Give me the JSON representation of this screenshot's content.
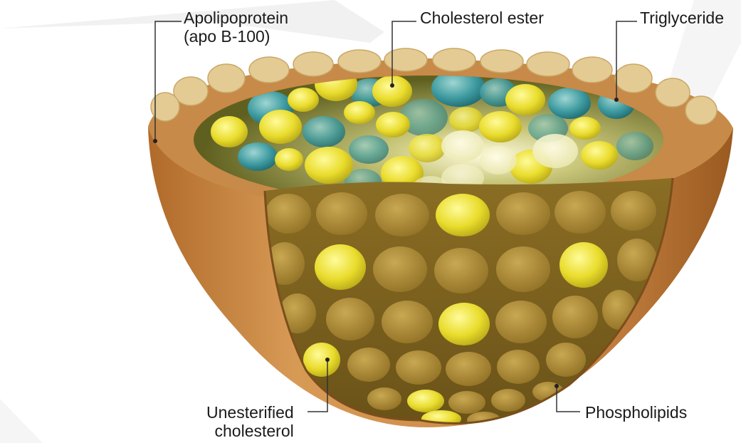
{
  "labels": {
    "apolipoprotein": {
      "line1": "Apolipoprotein",
      "line2": "(apo B-100)"
    },
    "cholesterol_ester": "Cholesterol ester",
    "triglyceride": "Triglyceride",
    "unesterified": {
      "line1": "Unesterified",
      "line2": "cholesterol"
    },
    "phospholipids": "Phospholipids"
  },
  "colors": {
    "shell_orange": "#c98a4a",
    "shell_dark": "#8a5a22",
    "phospholipid_tan": "#a88436",
    "cholesterol_yellow": "#e8dc3a",
    "triglyceride_teal": "#3f9a9a",
    "core_olive": "#7a7a2a",
    "watermark_gray": "#d8d8d8"
  }
}
